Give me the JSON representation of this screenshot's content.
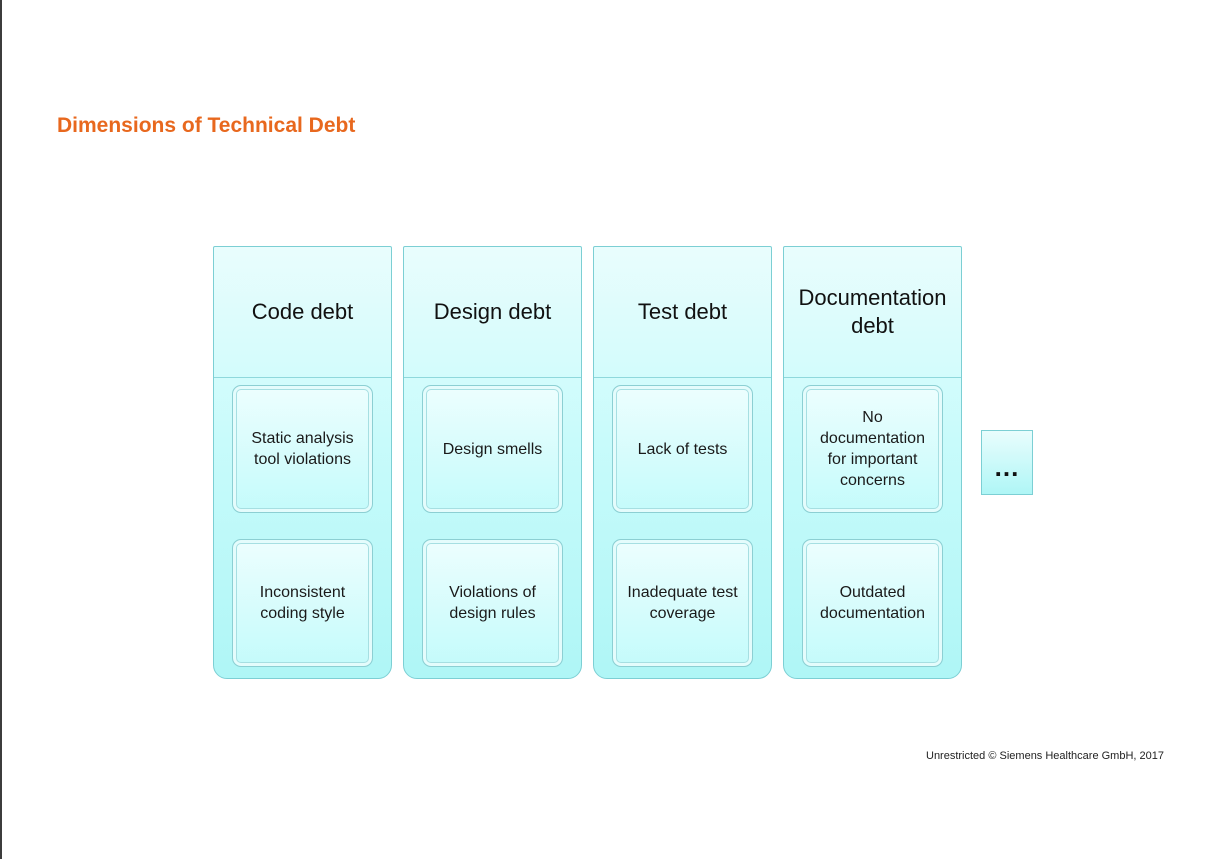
{
  "title": "Dimensions of Technical Debt",
  "columns": [
    {
      "header": "Code debt",
      "items": [
        "Static analysis tool violations",
        "Inconsistent coding style"
      ]
    },
    {
      "header": "Design debt",
      "items": [
        "Design smells",
        "Violations of design rules"
      ]
    },
    {
      "header": "Test debt",
      "items": [
        "Lack of tests",
        "Inadequate test coverage"
      ]
    },
    {
      "header": "Documentation debt",
      "items": [
        "No documentation for important concerns",
        "Outdated documentation"
      ]
    }
  ],
  "more_label": "...",
  "footer": "Unrestricted © Siemens Healthcare GmbH, 2017",
  "colors": {
    "title": "#e8681e",
    "box_fill": "#c8fbfb",
    "box_border": "#7ccfd4"
  }
}
